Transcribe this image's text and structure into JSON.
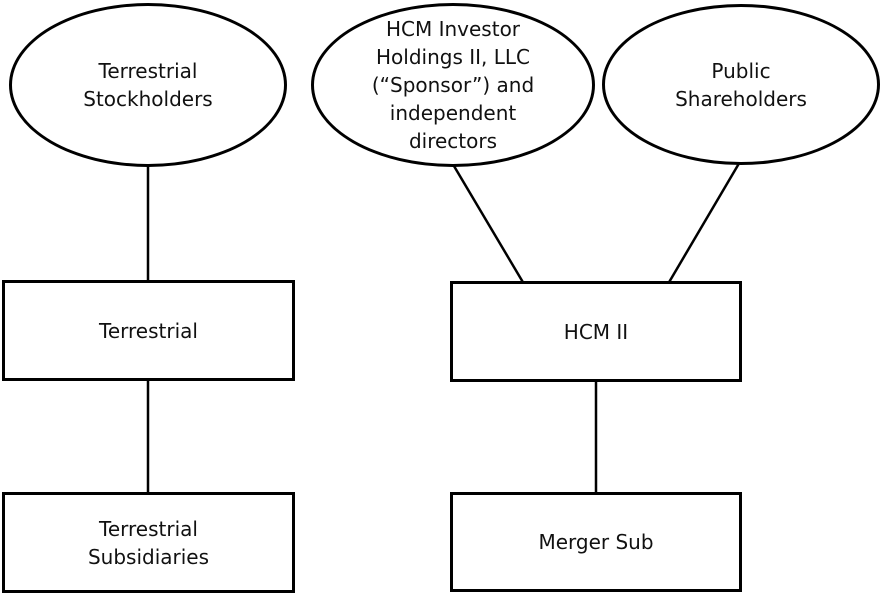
{
  "diagram": {
    "background_color": "#ffffff",
    "stroke_color": "#000000",
    "text_color": "#111111",
    "nodes": {
      "terrestrial_stockholders": {
        "shape": "ellipse",
        "label": "Terrestrial\nStockholders"
      },
      "sponsor": {
        "shape": "ellipse",
        "label": "HCM Investor\nHoldings II, LLC\n(“Sponsor”) and\nindependent\ndirectors"
      },
      "public_shareholders": {
        "shape": "ellipse",
        "label": "Public\nShareholders"
      },
      "terrestrial": {
        "shape": "rect",
        "label": "Terrestrial"
      },
      "hcm_ii": {
        "shape": "rect",
        "label": "HCM II"
      },
      "terrestrial_subsidiaries": {
        "shape": "rect",
        "label": "Terrestrial\nSubsidiaries"
      },
      "merger_sub": {
        "shape": "rect",
        "label": "Merger Sub"
      }
    },
    "edges": [
      {
        "from": "terrestrial_stockholders",
        "to": "terrestrial"
      },
      {
        "from": "terrestrial",
        "to": "terrestrial_subsidiaries"
      },
      {
        "from": "sponsor",
        "to": "hcm_ii"
      },
      {
        "from": "public_shareholders",
        "to": "hcm_ii"
      },
      {
        "from": "hcm_ii",
        "to": "merger_sub"
      }
    ]
  }
}
